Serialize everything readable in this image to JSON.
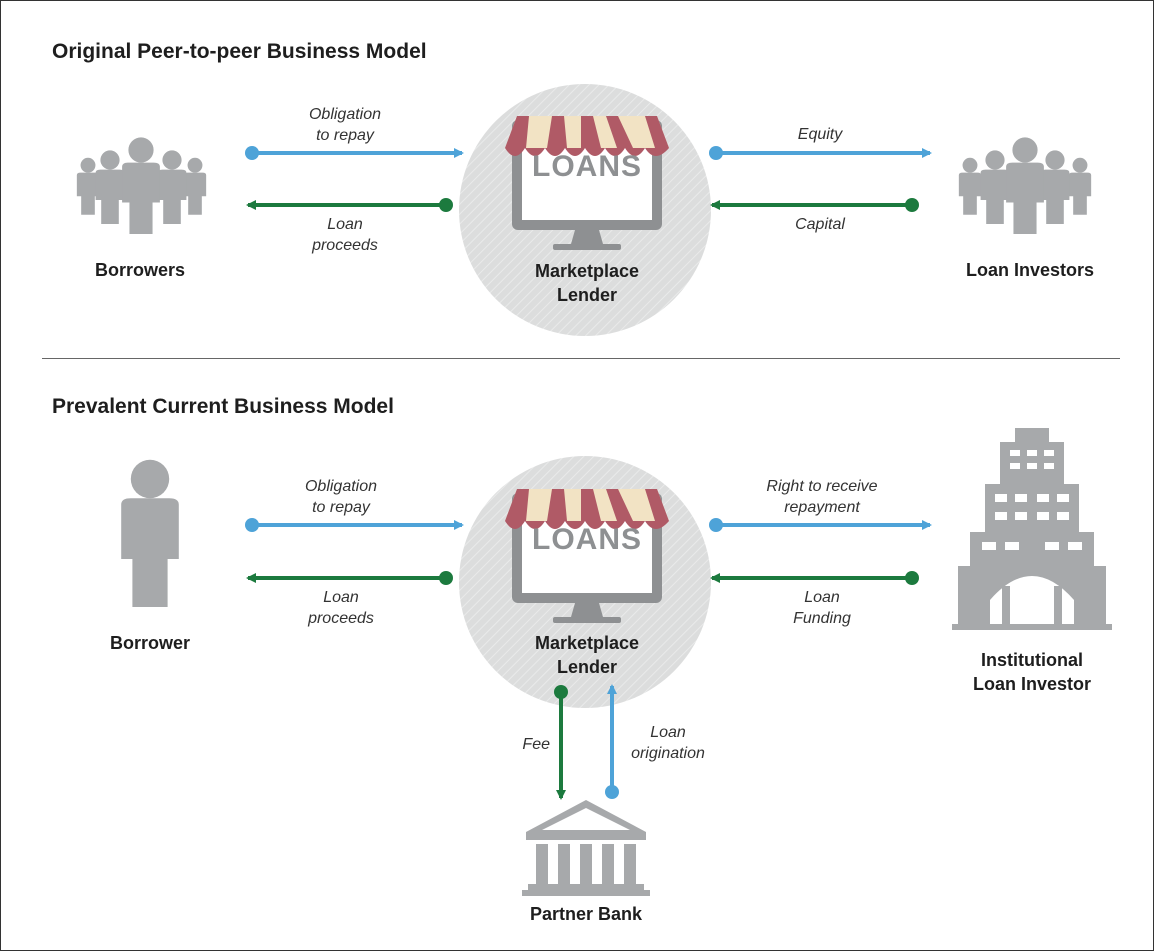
{
  "colors": {
    "blue_arrow": "#4ea3d8",
    "green_arrow": "#1c7a3e",
    "people_gray": "#a7a9ab",
    "circle_fill": "#dcdddd",
    "awning_red": "#b05a66",
    "awning_cream": "#f2e3c4",
    "monitor_gray": "#8e9092"
  },
  "section1": {
    "title": "Original Peer-to-peer Business Model",
    "left_entity": "Borrowers",
    "right_entity": "Loan Investors",
    "center_label_line1": "Marketplace",
    "center_label_line2": "Lender",
    "store_sign": "LOANS",
    "flows": {
      "left_top_1": "Obligation",
      "left_top_2": "to repay",
      "left_bottom_1": "Loan",
      "left_bottom_2": "proceeds",
      "right_top": "Equity",
      "right_bottom": "Capital"
    },
    "icons": {
      "left": "group-of-people-icon",
      "center": "loan-storefront-monitor-icon",
      "right": "group-of-people-icon"
    }
  },
  "section2": {
    "title": "Prevalent Current Business Model",
    "left_entity": "Borrower",
    "right_entity_line1": "Institutional",
    "right_entity_line2": "Loan Investor",
    "center_label_line1": "Marketplace",
    "center_label_line2": "Lender",
    "store_sign": "LOANS",
    "bottom_entity": "Partner Bank",
    "flows": {
      "left_top_1": "Obligation",
      "left_top_2": "to repay",
      "left_bottom_1": "Loan",
      "left_bottom_2": "proceeds",
      "right_top_1": "Right to receive",
      "right_top_2": "repayment",
      "right_bottom_1": "Loan",
      "right_bottom_2": "Funding",
      "down_fee": "Fee",
      "up_1": "Loan",
      "up_2": "origination"
    },
    "icons": {
      "left": "person-icon",
      "center": "loan-storefront-monitor-icon",
      "right": "office-building-icon",
      "bottom": "bank-building-icon"
    }
  }
}
